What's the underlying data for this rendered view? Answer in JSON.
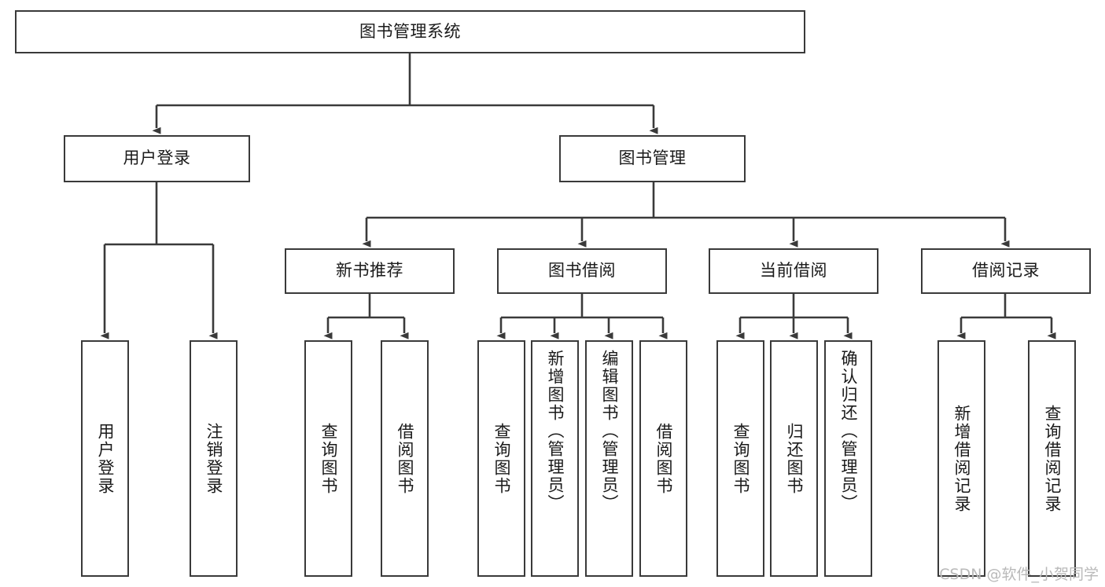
{
  "diagram": {
    "title": "图书管理系统",
    "watermark": "CSDN @软件_小贺同学",
    "colors": {
      "box_border": "#3a3a3a",
      "line": "#3a3a3a",
      "background": "#ffffff",
      "text": "#1a1a1a",
      "watermark": "#b9b9b9"
    },
    "nodes": {
      "root": {
        "label": "图书管理系统"
      },
      "level2": [
        {
          "label": "用户登录"
        },
        {
          "label": "图书管理"
        }
      ],
      "level3": [
        {
          "label": "新书推荐"
        },
        {
          "label": "图书借阅"
        },
        {
          "label": "当前借阅"
        },
        {
          "label": "借阅记录"
        }
      ],
      "leaves": {
        "user_login": [
          {
            "label": "用户登录"
          },
          {
            "label": "注销登录"
          }
        ],
        "new_book": [
          {
            "label": "查询图书"
          },
          {
            "label": "借阅图书"
          }
        ],
        "book_borrow": [
          {
            "label": "查询图书"
          },
          {
            "label": "新增图书（管理员）"
          },
          {
            "label": "编辑图书（管理员）"
          },
          {
            "label": "借阅图书"
          }
        ],
        "current_borrow": [
          {
            "label": "查询图书"
          },
          {
            "label": "归还图书"
          },
          {
            "label": "确认归还（管理员）"
          }
        ],
        "borrow_record": [
          {
            "label": "新增借阅记录"
          },
          {
            "label": "查询借阅记录"
          }
        ]
      }
    }
  }
}
